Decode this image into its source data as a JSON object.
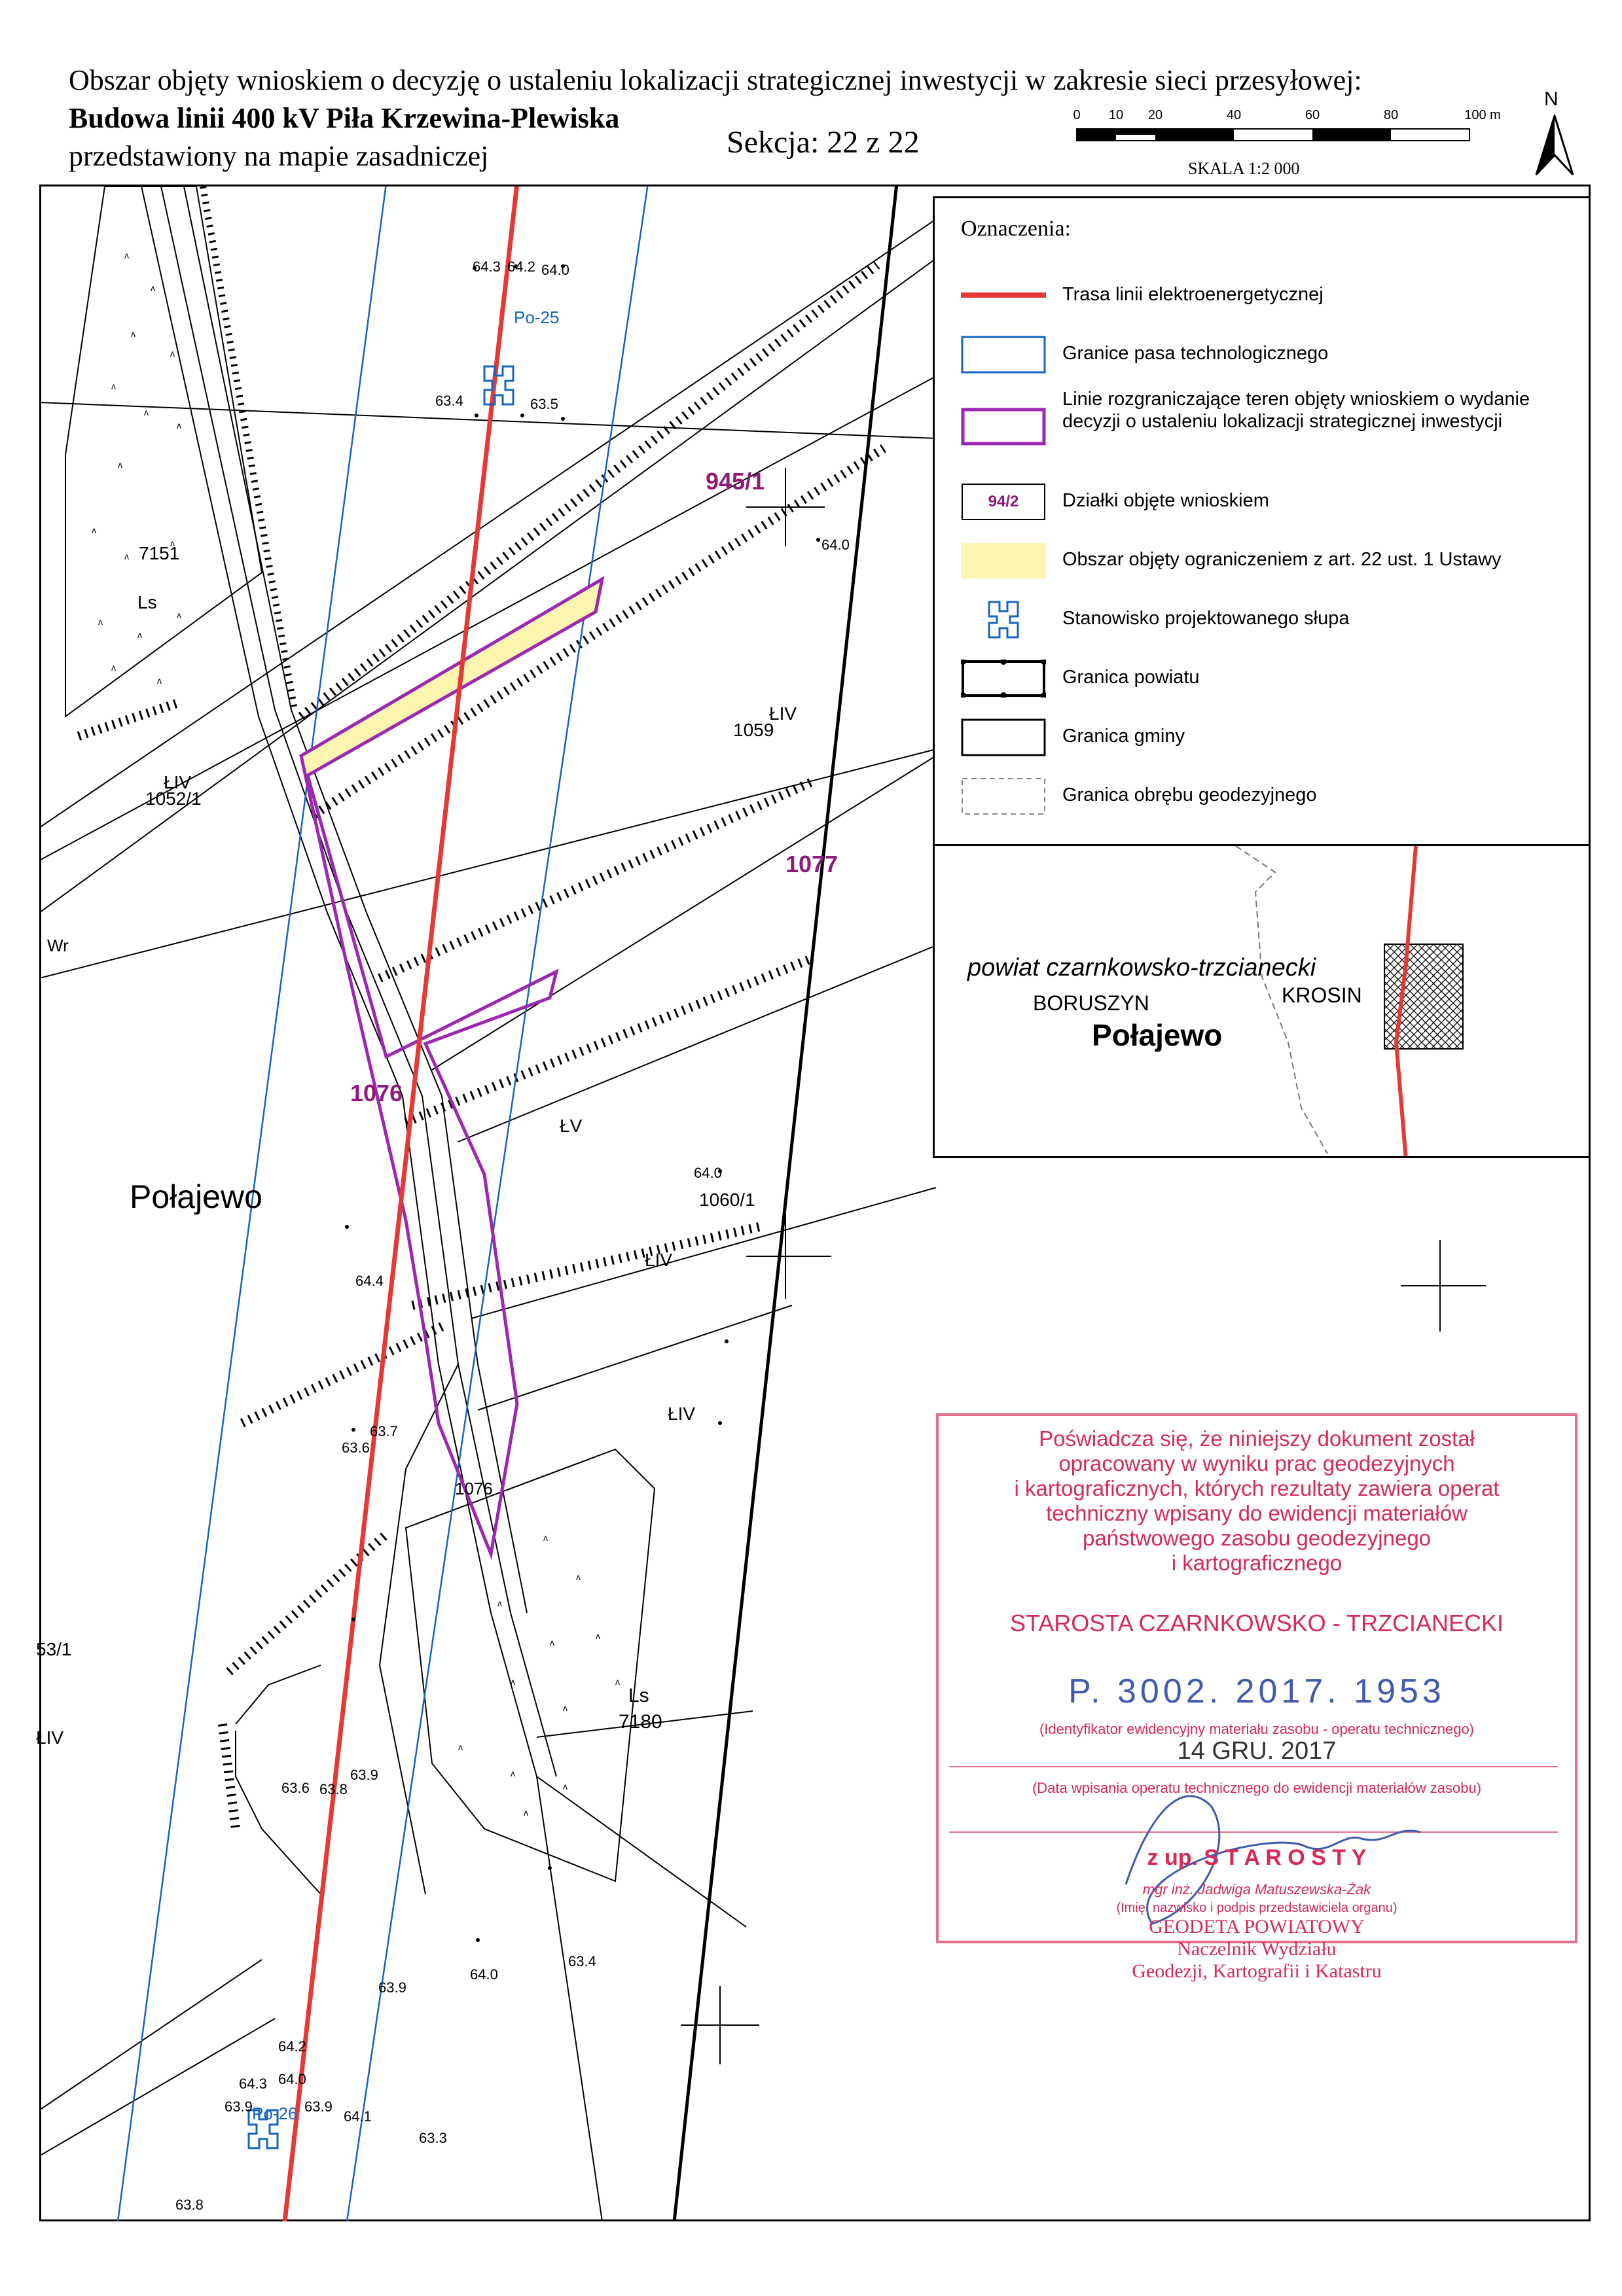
{
  "header": {
    "title_line1": "Obszar objęty wnioskiem o decyzję o ustaleniu lokalizacji strategicznej inwestycji w zakresie sieci przesyłowej:",
    "title_line2": "Budowa linii 400 kV Piła Krzewina-Plewiska",
    "title_line3": "przedstawiony na mapie zasadniczej",
    "section": "Sekcja: 22 z 22",
    "scale_ticks": [
      "0",
      "10",
      "20",
      "40",
      "60",
      "80",
      "100 m"
    ],
    "scale_text": "SKALA 1:2 000",
    "north": "N"
  },
  "legend": {
    "title": "Oznaczenia:",
    "items": [
      {
        "label": "Trasa linii elektroenergetycznej",
        "symbol": "red-line",
        "color": "#e53935"
      },
      {
        "label": "Granice pasa technologicznego",
        "symbol": "blue-box",
        "color": "#1565c0"
      },
      {
        "label": "Linie rozgraniczające teren objęty wnioskiem o wydanie decyzji o ustaleniu lokalizacji strategicznej inwestycji",
        "symbol": "purple-box",
        "color": "#9c27b0"
      },
      {
        "label": "Działki objęte wnioskiem",
        "symbol": "parcel-label",
        "symbol_text": "94/2",
        "color": "#8e1a7a"
      },
      {
        "label": "Obszar objęty ograniczeniem z art. 22 ust. 1 Ustawy",
        "symbol": "yellow-fill",
        "color": "#fbf5b0"
      },
      {
        "label": "Stanowisko projektowanego słupa",
        "symbol": "pylon-icon",
        "color": "#1565c0"
      },
      {
        "label": "Granica powiatu",
        "symbol": "county-border",
        "color": "#000000"
      },
      {
        "label": "Granica gminy",
        "symbol": "commune-border",
        "color": "#000000"
      },
      {
        "label": "Granica obrębu geodezyjnego",
        "symbol": "dashed-box",
        "color": "#888888"
      }
    ]
  },
  "locator": {
    "county": "powiat czarnkowsko-trzcianecki",
    "place_left": "BORUSZYN",
    "place_right": "KROSIN",
    "commune": "Połajewo"
  },
  "map": {
    "pylons": [
      {
        "label": "Po-25"
      },
      {
        "label": "Po-26"
      }
    ],
    "parcels_selected": [
      "945/1",
      "1077",
      "1076"
    ],
    "parcels": [
      "7151",
      "1052/1",
      "1059",
      "1060/1",
      "1076",
      "7180",
      "53/1"
    ],
    "land_use": [
      "Ls",
      "ŁIV",
      "ŁIV",
      "ŁV",
      "ŁIV",
      "ŁIV",
      "Ls",
      "ŁIV",
      "Wr"
    ],
    "place": "Połajewo",
    "elevations": [
      "64.3",
      "64.2",
      "64.0",
      "63.4",
      "63.5",
      "64.0",
      "64.0",
      "64.4",
      "63.7",
      "63.6",
      "63.9",
      "63.6",
      "63.8",
      "63.9",
      "64.0",
      "63.4",
      "64.2",
      "64.3",
      "64.0",
      "63.9",
      "63.9",
      "64.1",
      "63.3",
      "63.8"
    ],
    "colors": {
      "route": "#e53935",
      "corridor": "#1565c0",
      "boundary": "#9c27b0",
      "parcel_label": "#8e1a7a",
      "restricted": "#fbf5b0"
    }
  },
  "stamp": {
    "lines": [
      "Poświadcza się, że niniejszy dokument został",
      "opracowany w wyniku prac geodezyjnych",
      "i kartograficznych, których rezultaty zawiera operat",
      "techniczny wpisany do ewidencji materiałów",
      "państwowego zasobu geodezyjnego",
      "i kartograficznego"
    ],
    "authority": "STAROSTA CZARNKOWSKO - TRZCIANECKI",
    "id_number": "P. 3002. 2017. 1953",
    "id_caption": "(Identyfikator ewidencyjny materiału zasobu - operatu technicznego)",
    "date": "14 GRU. 2017",
    "date_caption": "(Data wpisania operatu technicznego do ewidencji materiałów zasobu)",
    "for_starosta": "z up. S T A R O S T Y",
    "signatory": "mgr inż. Jadwiga Matuszewska-Żak",
    "signatory_caption": "(Imię, nazwisko i podpis przedstawiciela organu)",
    "title_1": "GEODETA POWIATOWY",
    "title_2": "Naczelnik Wydziału",
    "title_3": "Geodezji, Kartografii i Katastru"
  }
}
